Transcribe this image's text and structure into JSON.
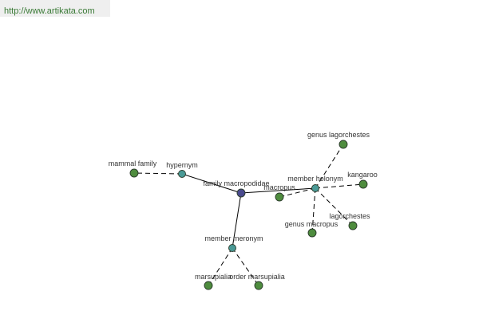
{
  "source": {
    "url_text": "http://www.artikata.com"
  },
  "colors": {
    "center": "#4a4a8e",
    "relation": "#4a9a96",
    "term": "#4e8c3e"
  },
  "nodes": [
    {
      "id": "family-macropodidae",
      "label": "family macropodidae",
      "kind": "center"
    },
    {
      "id": "hypernym",
      "label": "hypernym",
      "kind": "relation"
    },
    {
      "id": "mammal-family",
      "label": "mammal family",
      "kind": "term"
    },
    {
      "id": "member-holonym",
      "label": "member holonym",
      "kind": "relation"
    },
    {
      "id": "macropus",
      "label": "macropus",
      "kind": "term"
    },
    {
      "id": "genus-lagorchestes",
      "label": "genus lagorchestes",
      "kind": "term"
    },
    {
      "id": "kangaroo",
      "label": "kangaroo",
      "kind": "term"
    },
    {
      "id": "lagorchestes",
      "label": "lagorchestes",
      "kind": "term"
    },
    {
      "id": "genus-macropus",
      "label": "genus macropus",
      "kind": "term"
    },
    {
      "id": "member-meronym",
      "label": "member meronym",
      "kind": "relation"
    },
    {
      "id": "marsupialia",
      "label": "marsupialia",
      "kind": "term"
    },
    {
      "id": "order-marsupialia",
      "label": "order marsupialia",
      "kind": "term"
    }
  ],
  "edges": [
    {
      "from": "family-macropodidae",
      "to": "hypernym",
      "style": "solid"
    },
    {
      "from": "family-macropodidae",
      "to": "member-holonym",
      "style": "solid"
    },
    {
      "from": "family-macropodidae",
      "to": "member-meronym",
      "style": "solid"
    },
    {
      "from": "hypernym",
      "to": "mammal-family",
      "style": "dashed"
    },
    {
      "from": "member-holonym",
      "to": "macropus",
      "style": "dashed"
    },
    {
      "from": "member-holonym",
      "to": "genus-lagorchestes",
      "style": "dashed"
    },
    {
      "from": "member-holonym",
      "to": "kangaroo",
      "style": "dashed"
    },
    {
      "from": "member-holonym",
      "to": "lagorchestes",
      "style": "dashed"
    },
    {
      "from": "member-holonym",
      "to": "genus-macropus",
      "style": "dashed"
    },
    {
      "from": "member-meronym",
      "to": "marsupialia",
      "style": "dashed"
    },
    {
      "from": "member-meronym",
      "to": "order-marsupialia",
      "style": "dashed"
    }
  ]
}
